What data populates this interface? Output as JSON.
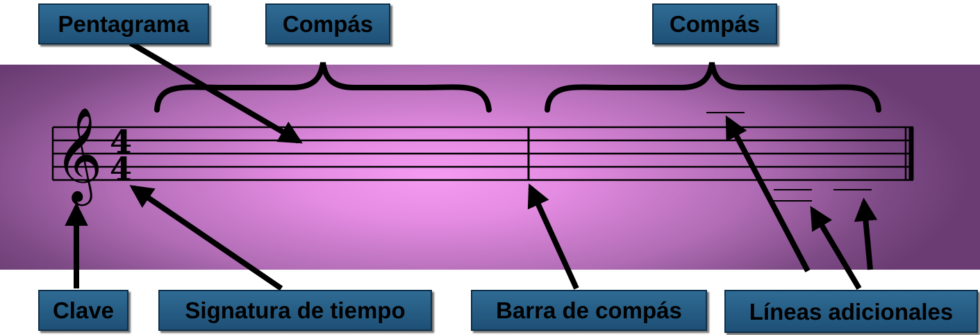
{
  "labels": {
    "pentagrama": "Pentagrama",
    "compas_1": "Compás",
    "compas_2": "Compás",
    "clave": "Clave",
    "signatura": "Signatura de tiempo",
    "barra": "Barra de compás",
    "lineas": "Líneas adicionales"
  },
  "time_signature": {
    "top": "4",
    "bottom": "4"
  },
  "clef_glyph": "𝄞",
  "colors": {
    "label_fill": "#25608a",
    "band_center": "#f59cf2",
    "band_edge": "#6a3c73"
  }
}
